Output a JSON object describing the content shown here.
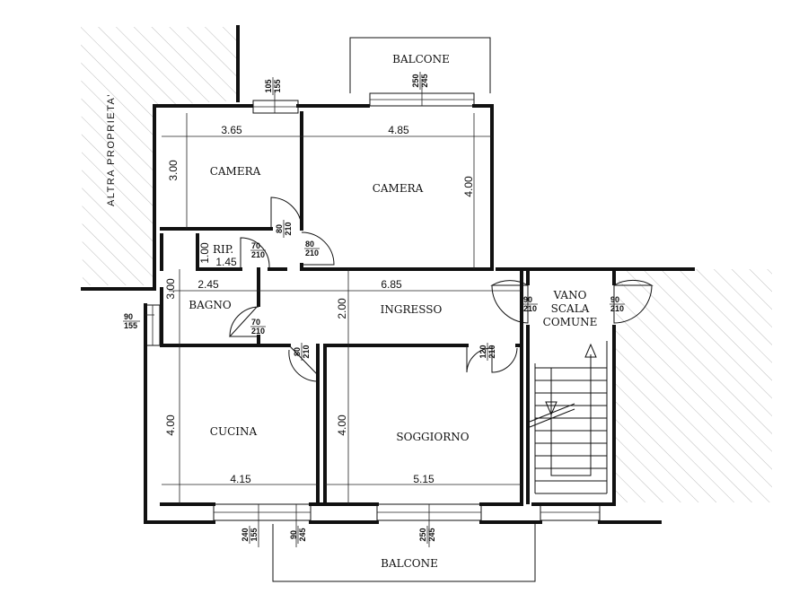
{
  "rooms": {
    "camera_left": "CAMERA",
    "camera_right": "CAMERA",
    "ripostiglio": "RIP.",
    "bagno": "BAGNO",
    "ingresso": "INGRESSO",
    "cucina": "CUCINA",
    "soggiorno": "SOGGIORNO",
    "vano_line1": "VANO",
    "vano_line2": "SCALA",
    "vano_line3": "COMUNE",
    "balcone_top": "BALCONE",
    "balcone_bottom": "BALCONE"
  },
  "neighbor": "ALTRA PROPRIETA'",
  "dimensions": {
    "camera_left_w": "3.65",
    "camera_left_h": "3.00",
    "camera_right_w": "4.85",
    "camera_right_h": "4.00",
    "rip_h": "1.00",
    "rip_w": "1.45",
    "bagno_w": "2.45",
    "bagno_h": "3.00",
    "ingresso_w": "6.85",
    "ingresso_h": "2.00",
    "cucina_h": "4.00",
    "cucina_w": "4.15",
    "soggiorno_h": "4.00",
    "soggiorno_w": "5.15"
  },
  "openings": {
    "win_camera_left": {
      "w": "105",
      "h": "155"
    },
    "win_camera_right": {
      "w": "250",
      "h": "245"
    },
    "door_camera_left": {
      "w": "80",
      "h": "210"
    },
    "door_camera_right": {
      "w": "80",
      "h": "210"
    },
    "door_rip": {
      "w": "70",
      "h": "210"
    },
    "door_bagno": {
      "w": "70",
      "h": "210"
    },
    "door_cucina": {
      "w": "80",
      "h": "210"
    },
    "door_soggiorno": {
      "w": "120",
      "h": "210"
    },
    "door_entry": {
      "w": "90",
      "h": "210"
    },
    "door_neighbor": {
      "w": "90",
      "h": "210"
    },
    "win_bagno": {
      "w": "90",
      "h": "155"
    },
    "win_cucina": {
      "w": "240",
      "h": "155"
    },
    "door_cucina_balc": {
      "w": "90",
      "h": "245"
    },
    "win_soggiorno": {
      "w": "250",
      "h": "245"
    }
  }
}
